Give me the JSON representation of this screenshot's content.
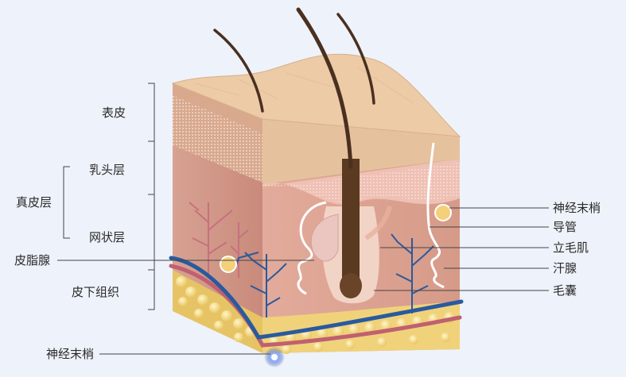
{
  "left_labels": {
    "epidermis": "表皮",
    "dermis": "真皮层",
    "papillary_layer": "乳头层",
    "reticular_layer": "网状层",
    "sebaceous_gland": "皮脂腺",
    "subcutaneous": "皮下组织",
    "nerve_ending_bottom": "神经末梢"
  },
  "right_labels": {
    "nerve_ending": "神经末梢",
    "duct": "导管",
    "arrector_pili": "立毛肌",
    "sweat_gland": "汗腺",
    "hair_follicle": "毛囊"
  },
  "colors": {
    "background": "#eef2fa",
    "epidermis": "#e8c4a0",
    "dermis": "#d59a8a",
    "subcutaneous": "#f0d27a",
    "nerve_blue": "#2a5a9e",
    "vessel_red": "#c06070",
    "hair": "#4a3020"
  }
}
